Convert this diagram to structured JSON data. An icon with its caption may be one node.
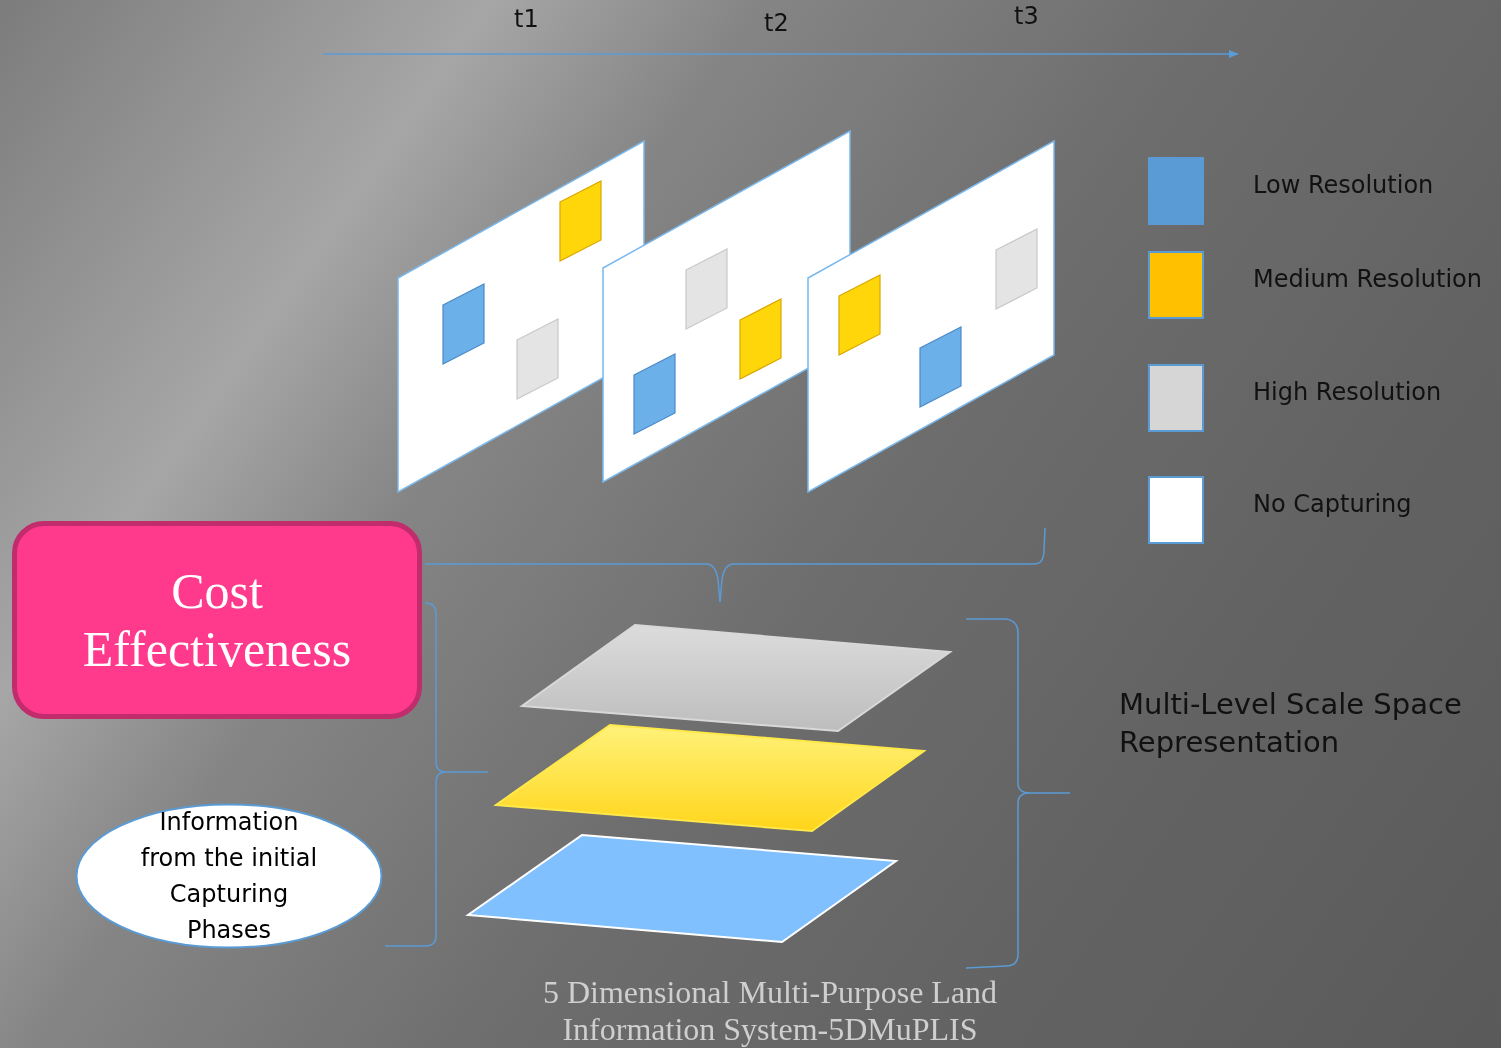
{
  "diagram": {
    "caption": "5 Dimensional Multi-Purpose Land Information System-5DMuPLIS",
    "nodes": [
      {
        "text": [
          "Cost Effectiveness"
        ]
      },
      {
        "text": [
          "Information from the initial Capturing Phases"
        ]
      }
    ],
    "labels": [
      "t1",
      "t2",
      "t3",
      "Multi-Level Scale Space Representation"
    ],
    "legend": [
      {
        "text": "Low Resolution",
        "color": "#5b9bd5"
      },
      {
        "text": "Medium Resolution",
        "color": "#ffc000"
      },
      {
        "text": "High Resolution",
        "color": "#d6d6d6"
      },
      {
        "text": "No Capturing",
        "color": "#ffffff"
      }
    ]
  }
}
